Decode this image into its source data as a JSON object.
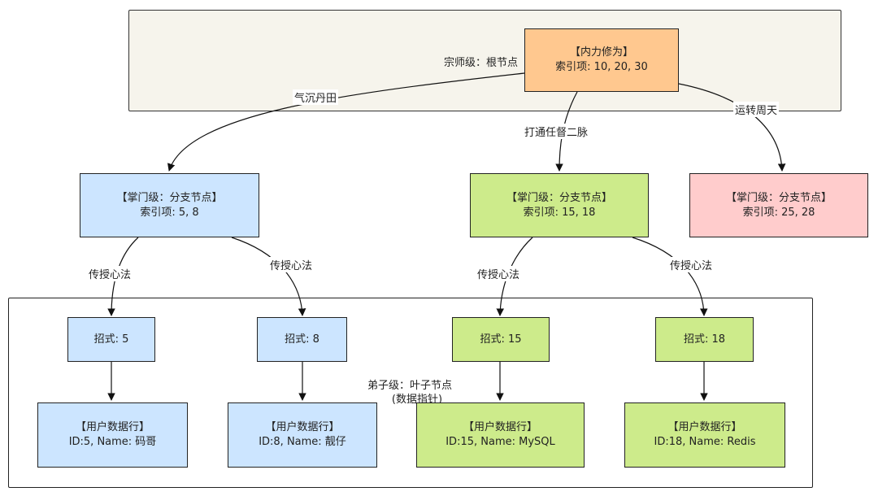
{
  "root_band": {
    "label": "宗师级：根节点"
  },
  "leaf_band": {
    "label_line1": "弟子级：叶子节点",
    "label_line2": "(数据指针)"
  },
  "root": {
    "title": "【内力修为】",
    "index": "索引项: 10, 20, 30"
  },
  "branches": [
    {
      "title": "【掌门级：分支节点】",
      "index": "索引项: 5, 8",
      "color": "#cce5ff"
    },
    {
      "title": "【掌门级：分支节点】",
      "index": "索引项: 15, 18",
      "color": "#cdeb8b"
    },
    {
      "title": "【掌门级：分支节点】",
      "index": "索引项: 25, 28",
      "color": "#ffcccc"
    }
  ],
  "root_edges": [
    "气沉丹田",
    "打通任督二脉",
    "运转周天"
  ],
  "branch_edges": [
    "传授心法",
    "传授心法",
    "传授心法",
    "传授心法"
  ],
  "moves": [
    "招式: 5",
    "招式: 8",
    "招式: 15",
    "招式: 18"
  ],
  "rows": [
    {
      "title": "【用户数据行】",
      "detail": "ID:5, Name: 码哥"
    },
    {
      "title": "【用户数据行】",
      "detail": "ID:8, Name: 靓仔"
    },
    {
      "title": "【用户数据行】",
      "detail": "ID:15, Name: MySQL"
    },
    {
      "title": "【用户数据行】",
      "detail": "ID:18, Name: Redis"
    }
  ]
}
